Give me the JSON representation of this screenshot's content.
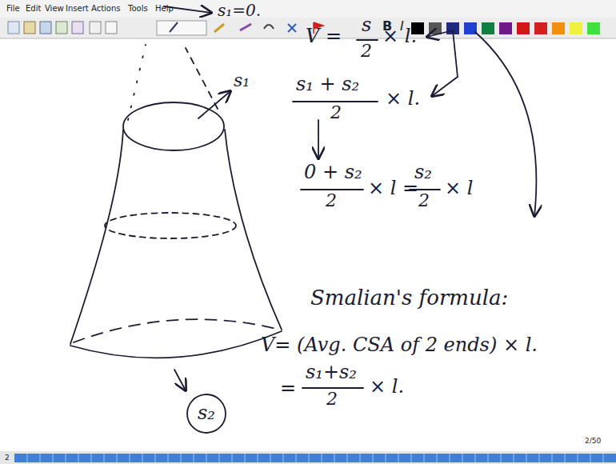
{
  "diagram": {
    "nodes": [
      {
        "text": [
          "s₂"
        ]
      }
    ],
    "labels": [
      "File",
      "Edit",
      "View",
      "Insert",
      "Actions",
      "Tools",
      "Help",
      "B",
      "I",
      "s₁=0.",
      "s₁",
      "V =",
      "s",
      "2",
      "× l.",
      "s₁ + s₂",
      "2",
      "× l.",
      "0 + s₂",
      "2",
      "× l =",
      "s₂",
      "2",
      "× l",
      "Smalian's formula:",
      "V= (Avg. CSA of 2 ends) × l.",
      "=",
      "s₁+s₂",
      "2",
      "× l.",
      "2/50",
      "2"
    ]
  }
}
